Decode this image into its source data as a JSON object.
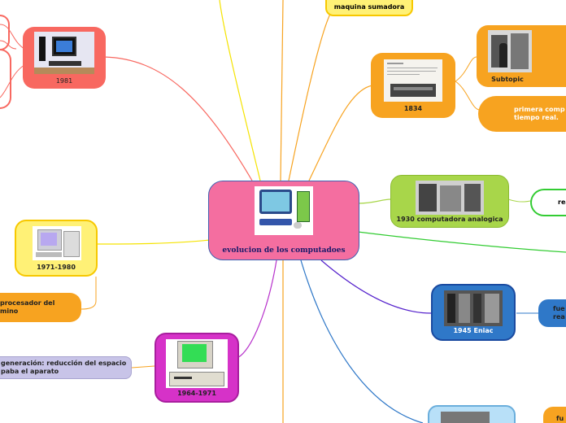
{
  "central": {
    "title": "evolucion de los computadoes"
  },
  "nodes": {
    "maquina_sumadora": "maquina sumadora",
    "n1834": "1834",
    "subtopic": "Subtopic",
    "primera_comp": "primera comp\ntiempo real.",
    "n1981": "1981",
    "n1930": "1930 computadora analogica",
    "real_partial": "rea",
    "n1971": "1971-1980",
    "procesador": "procesador del\nmino",
    "n1945": "1945 Eniac",
    "fue_partial": "fue\nrea",
    "n1964": "1964-1971",
    "generacion": "generación: reducción del espacio\npaba el aparato",
    "fu_partial": "fu"
  },
  "colors": {
    "central": "#f46ea0",
    "orange": "#f7a320",
    "red": "#f86860",
    "yellow": "#fff176",
    "green": "#a8d64a",
    "blue": "#2f78c8",
    "magenta": "#d632c8",
    "lavender": "#c8c4e8",
    "lightblue": "#b8e0f8"
  },
  "icons": [
    "desktop-computer-icon",
    "vintage-computer-icon",
    "mainframe-icon"
  ]
}
